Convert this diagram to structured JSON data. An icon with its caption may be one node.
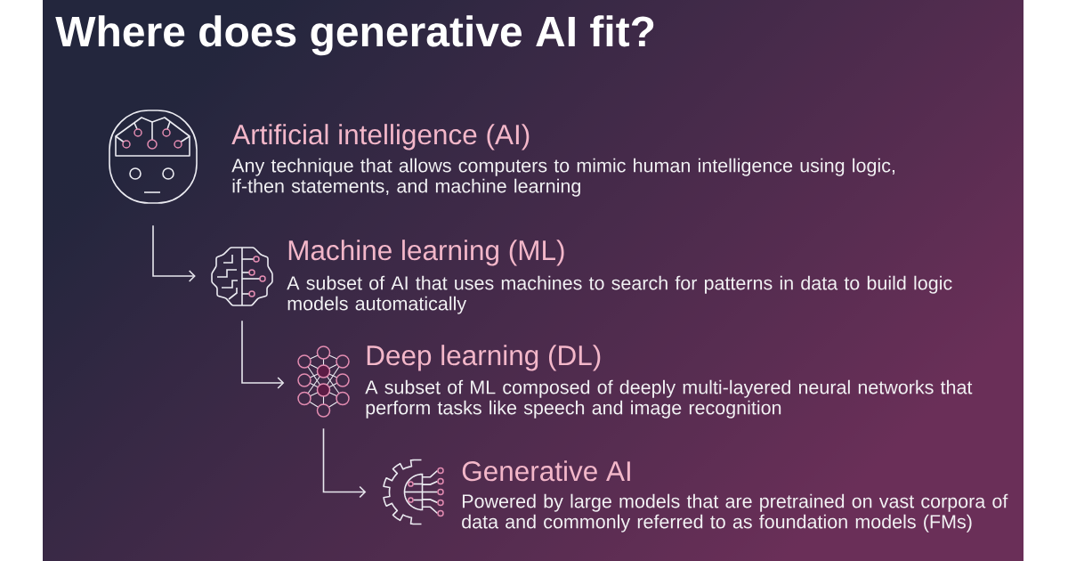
{
  "diagram": {
    "title": "Where does generative AI fit?",
    "nodes": [
      {
        "text": [],
        "shape": "picture",
        "beside": [
          "Artificial intelligence (AI)",
          "Any technique that allows computers to mimic human intelligence using logic, if-then statements, and machine learning"
        ]
      },
      {
        "text": [],
        "shape": "picture",
        "beside": [
          "Machine learning (ML)",
          "A subset of AI that uses machines to search for patterns in data to build logic models automatically"
        ]
      },
      {
        "text": [],
        "shape": "picture",
        "beside": [
          "Deep learning (DL)",
          "A subset of ML composed of deeply multi-layered neural networks that perform tasks like speech and image recognition"
        ]
      },
      {
        "text": [],
        "shape": "picture",
        "beside": [
          "Generative AI",
          "Powered by large models that are pretrained on vast corpora of data and commonly referred to as foundation models (FMs)"
        ]
      }
    ],
    "edges": [
      {
        "from": 0,
        "to": 1,
        "arrow": "to"
      },
      {
        "from": 1,
        "to": 2,
        "arrow": "to"
      },
      {
        "from": 2,
        "to": 3,
        "arrow": "to"
      }
    ]
  }
}
